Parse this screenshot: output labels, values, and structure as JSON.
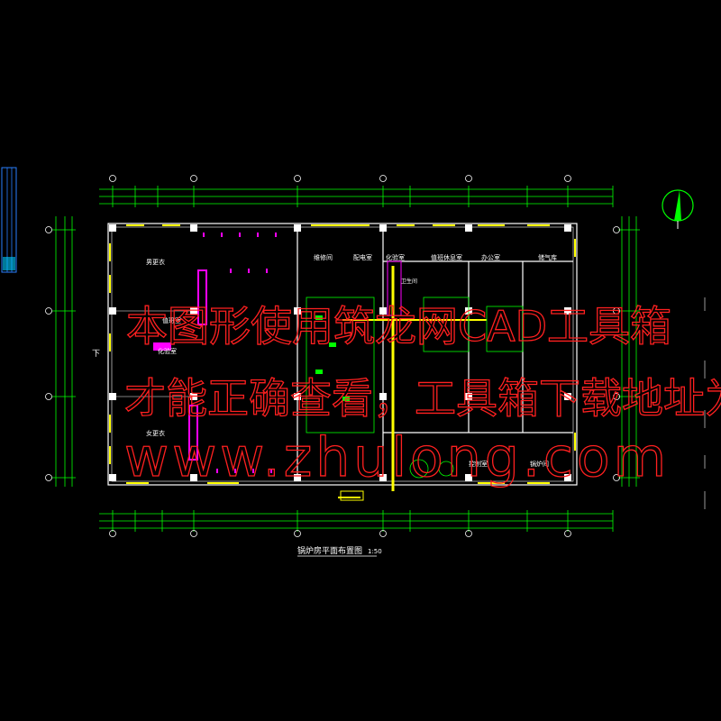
{
  "drawing": {
    "title": "锅炉房平面布置图",
    "scale": "1:50"
  },
  "rooms": [
    {
      "id": "r1",
      "label": "男更衣"
    },
    {
      "id": "r2",
      "label": "值班室"
    },
    {
      "id": "r3",
      "label": "化验室"
    },
    {
      "id": "r4",
      "label": "女更衣"
    },
    {
      "id": "r5",
      "label": "维修间"
    },
    {
      "id": "r6",
      "label": "配电室"
    },
    {
      "id": "r7",
      "label": "化验室"
    },
    {
      "id": "r8",
      "label": "卫生间"
    },
    {
      "id": "r9",
      "label": "值班休息室"
    },
    {
      "id": "r10",
      "label": "办公室"
    },
    {
      "id": "r11",
      "label": "储气库"
    },
    {
      "id": "r12",
      "label": "控制室"
    },
    {
      "id": "r13",
      "label": "锅炉间"
    }
  ],
  "stair_label": "下",
  "watermark": {
    "line1": "本图形使用筑龙网CAD工具箱",
    "line2": "才能正确查看，工具箱下载地址为：",
    "line3": "www.zhulong.com"
  },
  "colors": {
    "background": "#000000",
    "walls": "#ffffff",
    "dimensions": "#00ff00",
    "equipment": "#ffff00",
    "columns": "#ff00ff",
    "watermark": "#ff2020"
  }
}
